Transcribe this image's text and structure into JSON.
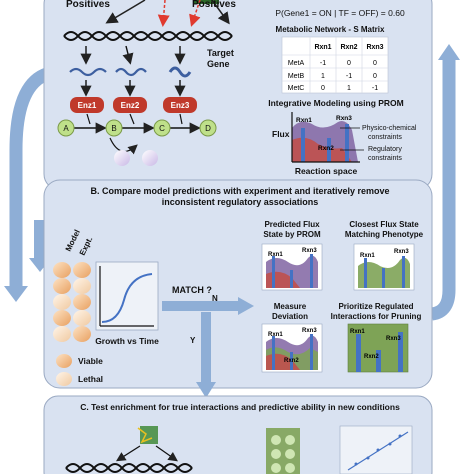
{
  "panel_a": {
    "positives_left": "Positives",
    "positives_right": "Positives",
    "target_gene": "Target\nGene",
    "enzymes": [
      "Enz1",
      "Enz2",
      "Enz3"
    ],
    "metabolites": [
      "A",
      "B",
      "C",
      "D"
    ],
    "probability_formula": "P(Gene1 = ON | TF = OFF) = 0.60",
    "s_matrix": {
      "title": "Metabolic Network - S Matrix",
      "columns": [
        "Rxn1",
        "Rxn2",
        "Rxn3"
      ],
      "rows": [
        {
          "label": "MetA",
          "values": [
            "-1",
            "0",
            "0"
          ]
        },
        {
          "label": "MetB",
          "values": [
            "1",
            "-1",
            "0"
          ]
        },
        {
          "label": "MetC",
          "values": [
            "0",
            "1",
            "-1"
          ]
        }
      ]
    },
    "prom": {
      "title": "Integrative Modeling using PROM",
      "flux": "Flux",
      "rxn_labels": [
        "Rxn1",
        "Rxn2",
        "Rxn3"
      ],
      "physico": "Physico-chemical\nconstraints",
      "regulatory": "Regulatory\nconstraints",
      "space": "Reaction space"
    }
  },
  "panel_b": {
    "title": "B. Compare model predictions with experiment and iteratively remove\ninconsistent regulatory associations",
    "model": "Model",
    "expt": "Expt.",
    "growth": "Growth vs Time",
    "match": "MATCH ?",
    "n": "N",
    "y": "Y",
    "viable": "Viable",
    "lethal": "Lethal",
    "boxes": [
      {
        "title": "Predicted Flux\nState by PROM",
        "labels": [
          "Rxn1",
          "Rxn3"
        ]
      },
      {
        "title": "Closest Flux State\nMatching Phenotype",
        "labels": [
          "Rxn1",
          "Rxn3"
        ]
      },
      {
        "title": "Measure\nDeviation",
        "labels": [
          "Rxn1",
          "Rxn3",
          "Rxn2"
        ]
      },
      {
        "title": "Prioritize Regulated\nInteractions for Pruning",
        "labels": [
          "Rxn1",
          "Rxn3",
          "Rxn2"
        ]
      }
    ]
  },
  "panel_c": {
    "title": "C. Test enrichment for true interactions and predictive ability in new conditions"
  },
  "colors": {
    "panel_bg": "#d9e2f1",
    "arrow": "#8eaed6",
    "enzyme": "#c0392b",
    "metabolite": "#bfe08a",
    "bar_blue": "#4472c4",
    "flux_red": "#c0504d",
    "flux_purple": "#8064a2",
    "flux_green": "#7ea356"
  }
}
